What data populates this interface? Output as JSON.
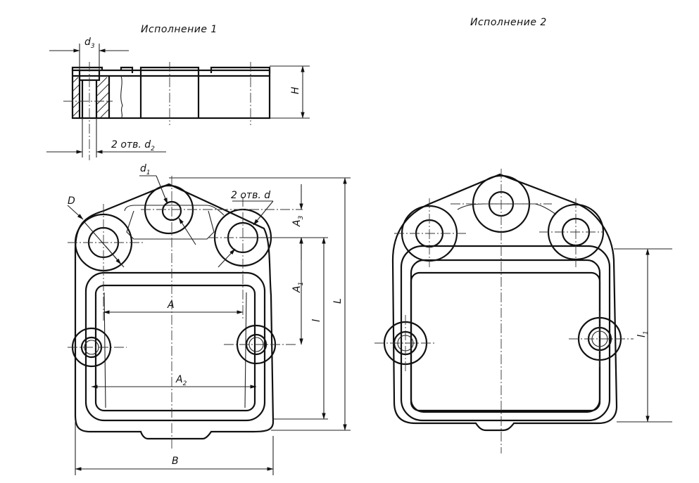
{
  "titles": {
    "variant_1": "Исполнение 1",
    "variant_2": "Исполнение 2"
  },
  "labels": {
    "d3": "d",
    "d3_sub": "3",
    "H": "H",
    "holes_d2": "2 отв. d",
    "holes_d2_sub": "2",
    "d1": "d",
    "d1_sub": "1",
    "D": "D",
    "holes_d": "2 отв. d",
    "A3": "A",
    "A3_sub": "3",
    "A": "A",
    "A1": "A",
    "A1_sub": "1",
    "l": "l",
    "L": "L",
    "A2": "A",
    "A2_sub": "2",
    "B": "B",
    "l1": "l",
    "l1_sub": "1"
  }
}
